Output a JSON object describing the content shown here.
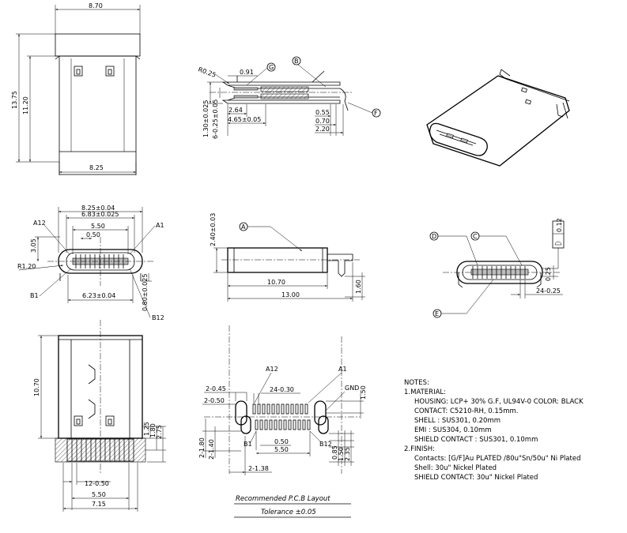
{
  "top_view": {
    "width_top": "8.70",
    "width_bottom": "8.25",
    "height_total": "13.75",
    "height_body": "11.20"
  },
  "side_section": {
    "radius": "R0.25",
    "d_091": "0.91",
    "d_264": "2.64",
    "d_465": "4.65±0.05",
    "d_055": "0.55",
    "d_070": "0.70",
    "d_220": "2.20",
    "v_130": "1.30±0.025",
    "v_6": "6-0.25±0.05",
    "callout_g": "G",
    "callout_b": "B",
    "callout_f": "F"
  },
  "front_view": {
    "d_825": "8.25±0.04",
    "d_683": "6.83±0.025",
    "d_550": "5.50",
    "d_050": "0.50",
    "d_305": "3.05",
    "d_r120": "R1.20",
    "d_623": "6.23±0.04",
    "d_080": "0.80±0.025",
    "pin_a12": "A12",
    "pin_a1": "A1",
    "pin_b1": "B1",
    "pin_b12": "B12"
  },
  "side_view": {
    "d_240": "2.40±0.03",
    "d_1070": "10.70",
    "d_1300": "13.00",
    "d_160": "1.60",
    "callout_a": "A"
  },
  "pin_view": {
    "callout_d": "D",
    "callout_c": "C",
    "callout_e": "E",
    "d_025": "0.25",
    "d_pitch": "24-0.25",
    "tol_value": "0.12"
  },
  "bottom_view": {
    "d_1070": "10.70",
    "d_125": "1.25",
    "d_180": "1.80",
    "d_275": "2.75",
    "d_12": "12-0.50",
    "d_550": "5.50",
    "d_715": "7.15"
  },
  "pcb_layout": {
    "d_2_045": "2-0.45",
    "d_2_050": "2-0.50",
    "d_24_030": "24-0.30",
    "d_150": "1.50",
    "d_2_180": "2-1.80",
    "d_2_140": "2-1.40",
    "d_050": "0.50",
    "d_550": "5.50",
    "d_085": "0.85",
    "d_150b": "1.50",
    "d_235": "2.35",
    "d_2_138": "2-1.38",
    "pin_a12": "A12",
    "pin_a1": "A1",
    "pin_b1": "B1",
    "pin_b12": "B12",
    "gnd": "GND",
    "caption": "Recommended P.C.B Layout",
    "tolerance": "Tolerance ±0.05"
  },
  "notes": {
    "title": "NOTES:",
    "material_header": "1.MATERIAL:",
    "housing": "HOUSING: LCP+ 30% G.F, UL94V-0 COLOR: BLACK",
    "contact": "CONTACT: C5210-RH, 0.15mm.",
    "shell": "SHELL : SUS301, 0.20mm",
    "emi": "EMI : SUS304, 0.10mm",
    "shield": "SHIELD CONTACT : SUS301, 0.10mm",
    "finish_header": "2.FINISH:",
    "contacts_finish": "Contacts: [G/F]Au PLATED /80u\"Sn/50u\" Ni Plated",
    "shell_finish": "Shell: 30u\" Nickel Plated",
    "shield_finish": "SHIELD CONTACT: 30u\" Nickel Plated"
  }
}
